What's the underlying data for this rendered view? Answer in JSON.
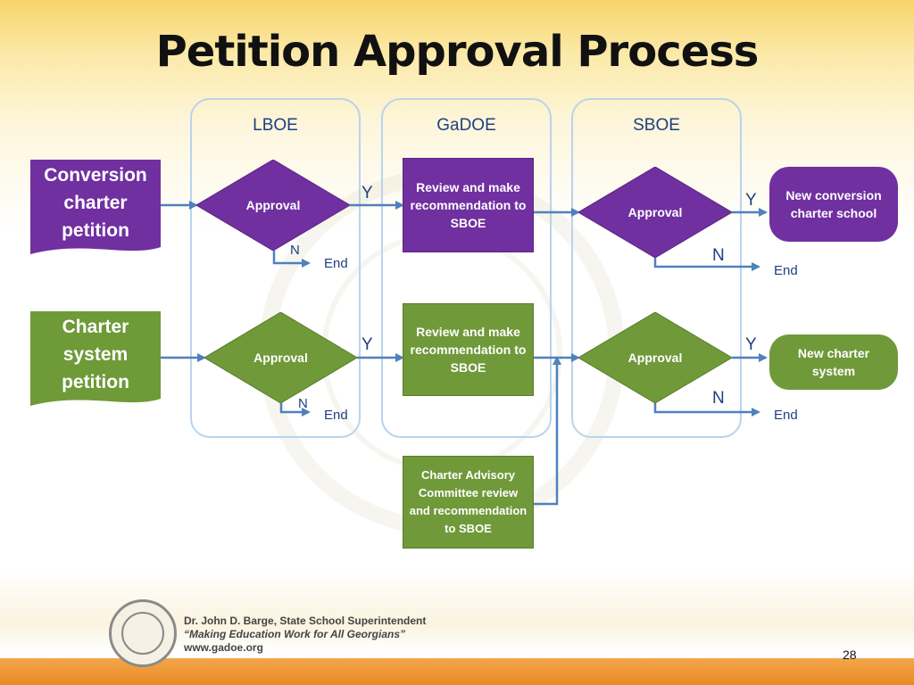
{
  "slide": {
    "title": "Petition Approval Process",
    "page_number": "28"
  },
  "lanes": [
    {
      "label": "LBOE"
    },
    {
      "label": "GaDOE"
    },
    {
      "label": "SBOE"
    }
  ],
  "rows": {
    "conversion": {
      "source": "Conversion charter petition",
      "lboe_decision": "Approval",
      "gadoe_review": "Review and make recommendation to SBOE",
      "sboe_decision": "Approval",
      "result": "New conversion charter school",
      "lboe_yes": "Y",
      "lboe_no": "N",
      "lboe_end": "End",
      "sboe_yes": "Y",
      "sboe_no": "N",
      "sboe_end": "End"
    },
    "system": {
      "source": "Charter system petition",
      "lboe_decision": "Approval",
      "gadoe_review": "Review and make recommendation to SBOE",
      "sboe_decision": "Approval",
      "result": "New charter system",
      "lboe_yes": "Y",
      "lboe_no": "N",
      "lboe_end": "End",
      "sboe_yes": "Y",
      "sboe_no": "N",
      "sboe_end": "End"
    }
  },
  "advisory": "Charter Advisory Committee review and recommendation to SBOE",
  "footer": {
    "line1": "Dr. John D. Barge, State School Superintendent",
    "line2": "“Making Education Work for All Georgians”",
    "line3": "www.gadoe.org"
  },
  "colors": {
    "purple": "#7030a0",
    "green": "#70993a",
    "lane_border": "#b9d3ee",
    "connector": "#4f81bd"
  }
}
